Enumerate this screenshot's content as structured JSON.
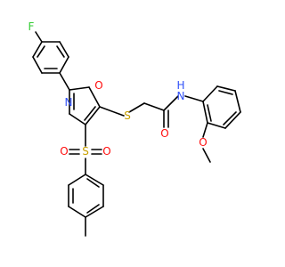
{
  "molecule": {
    "atoms": {
      "fluorine": "F",
      "oxazole_nitrogen": "N",
      "oxazole_oxygen": "O",
      "thioether_sulfur": "S",
      "amide_nitrogen": "N",
      "amide_hydrogen": "H",
      "carbonyl_oxygen": "O",
      "methoxy_oxygen": "O",
      "sulfonyl_sulfur": "S",
      "sulfonyl_oxygen_left": "O",
      "sulfonyl_oxygen_right": "O"
    },
    "colors": {
      "bond": "#000000",
      "fluorine": "#33cc33",
      "nitrogen": "#3050f8",
      "oxygen": "#ff0d0d",
      "sulfur": "#c8a000",
      "carbon_hydrogen": "#000000"
    }
  }
}
